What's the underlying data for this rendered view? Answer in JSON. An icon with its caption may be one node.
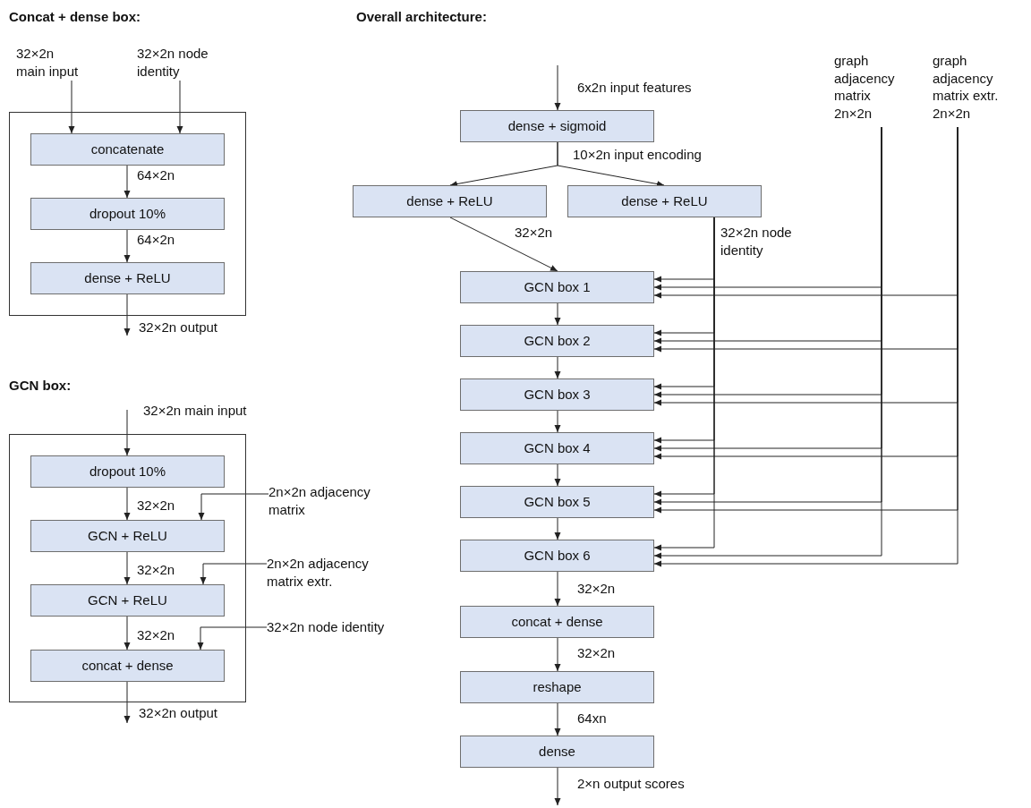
{
  "diagram": {
    "nodes": [
      {
        "text": [],
        "shape": "box"
      },
      {
        "text": [
          "concatenate"
        ],
        "in": 0
      },
      {
        "text": [
          "dropout 10%"
        ],
        "in": 0
      },
      {
        "text": [
          "dense + ReLU"
        ],
        "in": 0
      },
      {
        "text": [
          "32×2n main input"
        ]
      },
      {
        "text": [
          "32×2n node identity"
        ]
      },
      {
        "text": [],
        "shape": "box"
      },
      {
        "text": [
          "dropout 10%"
        ],
        "in": 6
      },
      {
        "text": [
          "GCN + ReLU"
        ],
        "in": 6
      },
      {
        "text": [
          "GCN + ReLU"
        ],
        "in": 6
      },
      {
        "text": [
          "concat + dense"
        ],
        "in": 6
      },
      {
        "text": [
          "2n×2n adjacency matrix"
        ]
      },
      {
        "text": [
          "2n×2n adjacency matrix extr."
        ]
      },
      {
        "text": [
          "32×2n node identity"
        ]
      },
      {
        "text": [
          "dense + sigmoid"
        ]
      },
      {
        "text": [
          "dense + ReLU"
        ]
      },
      {
        "text": [
          "dense + ReLU"
        ]
      },
      {
        "text": [
          "GCN box 1"
        ]
      },
      {
        "text": [
          "GCN box 2"
        ]
      },
      {
        "text": [
          "GCN box 3"
        ]
      },
      {
        "text": [
          "GCN box 4"
        ]
      },
      {
        "text": [
          "GCN box 5"
        ]
      },
      {
        "text": [
          "GCN box 6"
        ]
      },
      {
        "text": [
          "concat + dense"
        ]
      },
      {
        "text": [
          "reshape"
        ]
      },
      {
        "text": [
          "dense"
        ]
      },
      {
        "text": [
          "graph adjacency matrix 2n×2n"
        ]
      },
      {
        "text": [
          "graph adjacency matrix extr. 2n×2n"
        ]
      }
    ],
    "edges": [
      {
        "from": 4,
        "to": 1,
        "arrow": "to"
      },
      {
        "from": 5,
        "to": 1,
        "arrow": "to"
      },
      {
        "from": 1,
        "to": 2,
        "arrow": "to",
        "label": "64×2n"
      },
      {
        "from": 2,
        "to": 3,
        "arrow": "to",
        "label": "64×2n"
      },
      {
        "from": 3,
        "to": null,
        "arrow": "to",
        "label": "32×2n output"
      },
      {
        "from": null,
        "to": 7,
        "arrow": "to",
        "label": "32×2n main input"
      },
      {
        "from": 7,
        "to": 8,
        "arrow": "to",
        "label": "32×2n"
      },
      {
        "from": 11,
        "to": 8,
        "arrow": "to"
      },
      {
        "from": 8,
        "to": 9,
        "arrow": "to",
        "label": "32×2n"
      },
      {
        "from": 12,
        "to": 9,
        "arrow": "to"
      },
      {
        "from": 9,
        "to": 10,
        "arrow": "to",
        "label": "32×2n"
      },
      {
        "from": 13,
        "to": 10,
        "arrow": "to"
      },
      {
        "from": 10,
        "to": null,
        "arrow": "to",
        "label": "32×2n output"
      },
      {
        "from": null,
        "to": 14,
        "arrow": "to",
        "label": "6x2n input features"
      },
      {
        "from": 14,
        "to": 15,
        "arrow": "to",
        "label": "10×2n input encoding"
      },
      {
        "from": 14,
        "to": 16,
        "arrow": "to"
      },
      {
        "from": 15,
        "to": 17,
        "arrow": "to",
        "label": "32×2n"
      },
      {
        "from": 16,
        "to": 17,
        "arrow": "to",
        "label": "32×2n node identity"
      },
      {
        "from": 16,
        "to": 18,
        "arrow": "to"
      },
      {
        "from": 16,
        "to": 19,
        "arrow": "to"
      },
      {
        "from": 16,
        "to": 20,
        "arrow": "to"
      },
      {
        "from": 16,
        "to": 21,
        "arrow": "to"
      },
      {
        "from": 16,
        "to": 22,
        "arrow": "to"
      },
      {
        "from": 26,
        "to": 17,
        "arrow": "to"
      },
      {
        "from": 26,
        "to": 18,
        "arrow": "to"
      },
      {
        "from": 26,
        "to": 19,
        "arrow": "to"
      },
      {
        "from": 26,
        "to": 20,
        "arrow": "to"
      },
      {
        "from": 26,
        "to": 21,
        "arrow": "to"
      },
      {
        "from": 26,
        "to": 22,
        "arrow": "to"
      },
      {
        "from": 27,
        "to": 17,
        "arrow": "to"
      },
      {
        "from": 27,
        "to": 18,
        "arrow": "to"
      },
      {
        "from": 27,
        "to": 19,
        "arrow": "to"
      },
      {
        "from": 27,
        "to": 20,
        "arrow": "to"
      },
      {
        "from": 27,
        "to": 21,
        "arrow": "to"
      },
      {
        "from": 27,
        "to": 22,
        "arrow": "to"
      },
      {
        "from": 17,
        "to": 18,
        "arrow": "to"
      },
      {
        "from": 18,
        "to": 19,
        "arrow": "to"
      },
      {
        "from": 19,
        "to": 20,
        "arrow": "to"
      },
      {
        "from": 20,
        "to": 21,
        "arrow": "to"
      },
      {
        "from": 21,
        "to": 22,
        "arrow": "to"
      },
      {
        "from": 22,
        "to": 23,
        "arrow": "to",
        "label": "32×2n"
      },
      {
        "from": 23,
        "to": 24,
        "arrow": "to",
        "label": "32×2n"
      },
      {
        "from": 24,
        "to": 25,
        "arrow": "to",
        "label": "64xn"
      },
      {
        "from": 25,
        "to": null,
        "arrow": "to",
        "label": "2×n output scores"
      }
    ],
    "labels": [
      "Concat + dense box:",
      "GCN box:",
      "Overall architecture:"
    ]
  }
}
